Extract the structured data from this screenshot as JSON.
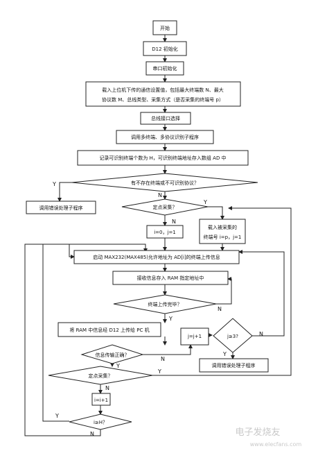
{
  "flowchart": {
    "start": "开始",
    "d12_init": "D12 初始化",
    "serial_init": "串口初始化",
    "receive_params": [
      "载入上位机下传的通信设置值，包括最大终端数 N、最大",
      "协议数 M、总线类型、采集方式（是否采集的终端号 p）"
    ],
    "bus_select": "总线接口选择",
    "call_multi": "调用多终端、多协议识别子程序",
    "record_count": "记录可识别终端个数为 H，可识别终端地址存入数组 AD 中",
    "cond_unrecognized": "有不存在终端或不可识别协议？",
    "call_error_1": "调用错误处理子程序",
    "cond_fixed_1": "定点采集？",
    "init_ij": "i=0，j=1",
    "load_fixed": [
      "载入被采集的",
      "终端号 i=p，j=1"
    ],
    "start_max232": "启动 MAX232(MAX485)允许地址为 AD[i]的终端上传信息",
    "store_ram": "接收信息存入 RAM 指定地址中",
    "cond_upload_done": "终端上传完毕？",
    "upload_pc": "将 RAM 中信息经 D12 上传给 PC 机",
    "cond_info_ok": "信息传输正确？",
    "cond_fixed_2": "定点采集？",
    "inc_i": "i=i+1",
    "cond_i_eq_h": "i≥H？",
    "inc_j": "j=j+1",
    "cond_j_ge_3": "j≥3?",
    "call_error_2": "调用错误处理子程序",
    "yes": "Y",
    "no": "N"
  },
  "watermark": {
    "brand": "电子发烧友",
    "url": "www.elecfans.com"
  }
}
